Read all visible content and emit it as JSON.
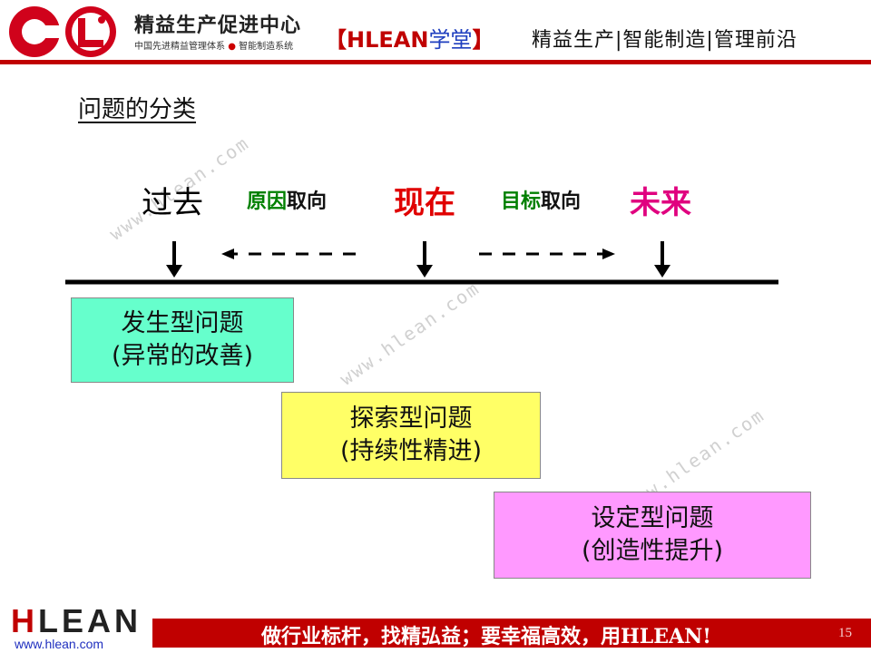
{
  "header": {
    "brand_name": "精益生产促进中心",
    "brand_sub_left": "中国先进精益管理体系",
    "brand_sub_dot": "●",
    "brand_sub_right": "智能制造系统",
    "title_open": "【",
    "title_h": "H",
    "title_lean": "LEAN",
    "title_xuetang": "学堂",
    "title_close": "】",
    "tagline": "精益生产|智能制造|管理前沿",
    "accent_color": "#c00000"
  },
  "slide": {
    "title": "问题的分类",
    "timeline": {
      "past": "过去",
      "cause_green": "原因",
      "cause_black": "取向",
      "now": "现在",
      "goal_green": "目标",
      "goal_black": "取向",
      "future": "未来"
    },
    "boxes": [
      {
        "line1": "发生型问题",
        "line2": "(异常的改善)",
        "color": "#66ffcc"
      },
      {
        "line1": "探索型问题",
        "line2": "(持续性精进)",
        "color": "#ffff66"
      },
      {
        "line1": "设定型问题",
        "line2": "(创造性提升)",
        "color": "#ff99ff"
      }
    ],
    "watermark": "www.hlean.com"
  },
  "footer": {
    "logo_h": "H",
    "logo_rest": "LEAN",
    "url": "www.hlean.com",
    "slogan": "做行业标杆，找精弘益；要幸福高效，用HLEAN!",
    "page_number": "15"
  }
}
